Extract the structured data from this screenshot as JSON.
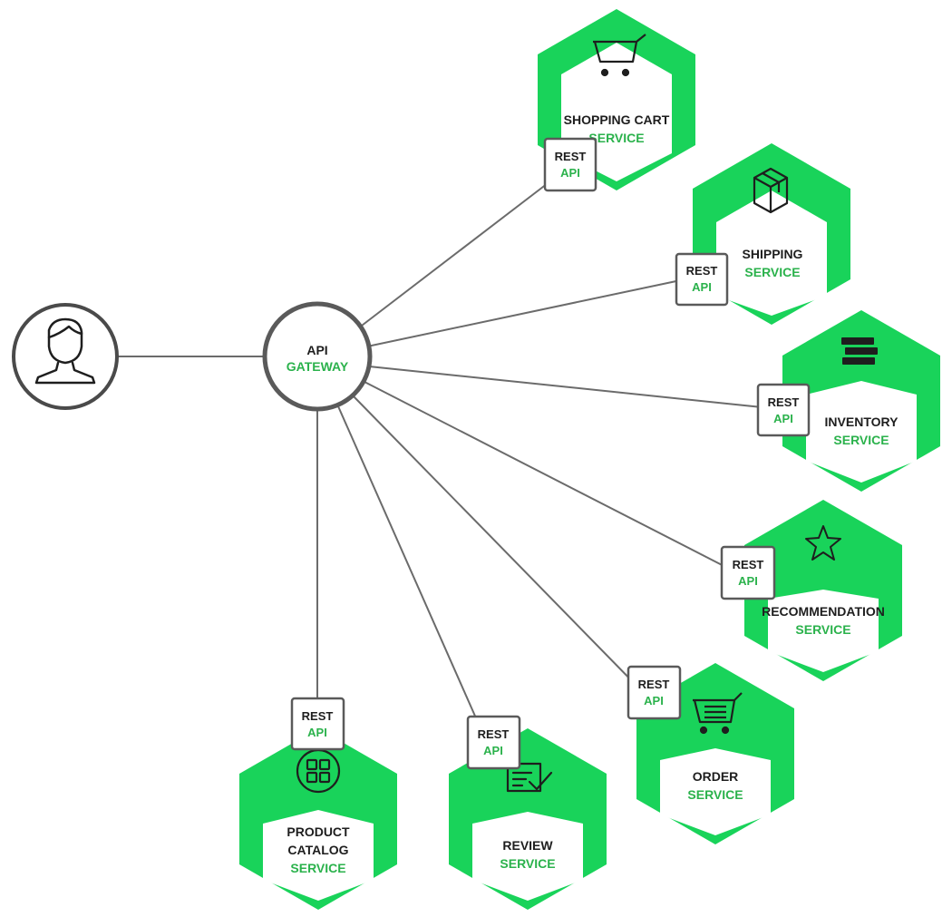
{
  "colors": {
    "accent_green": "#19d35a",
    "accent_green_text": "#2bb24c",
    "outline": "#4a4a4a",
    "connector_line": "#6b6b6b"
  },
  "client": {
    "icon": "user-icon"
  },
  "gateway": {
    "line1": "API",
    "line2": "GATEWAY"
  },
  "rest_api": {
    "line1": "REST",
    "line2": "API"
  },
  "services": {
    "shopping_cart": {
      "name": "SHOPPING CART",
      "suffix": "SERVICE",
      "icon": "shopping-cart-icon"
    },
    "shipping": {
      "name": "SHIPPING",
      "suffix": "SERVICE",
      "icon": "package-box-icon"
    },
    "inventory": {
      "name": "INVENTORY",
      "suffix": "SERVICE",
      "icon": "stacked-books-icon"
    },
    "recommendation": {
      "name": "RECOMMENDATION",
      "suffix": "SERVICE",
      "icon": "star-icon"
    },
    "order": {
      "name": "ORDER",
      "suffix": "SERVICE",
      "icon": "cart-list-icon"
    },
    "review": {
      "name": "REVIEW",
      "suffix": "SERVICE",
      "icon": "checklist-icon"
    },
    "product_catalog": {
      "name_line1": "PRODUCT",
      "name_line2": "CATALOG",
      "suffix": "SERVICE",
      "icon": "grid-catalog-icon"
    }
  }
}
